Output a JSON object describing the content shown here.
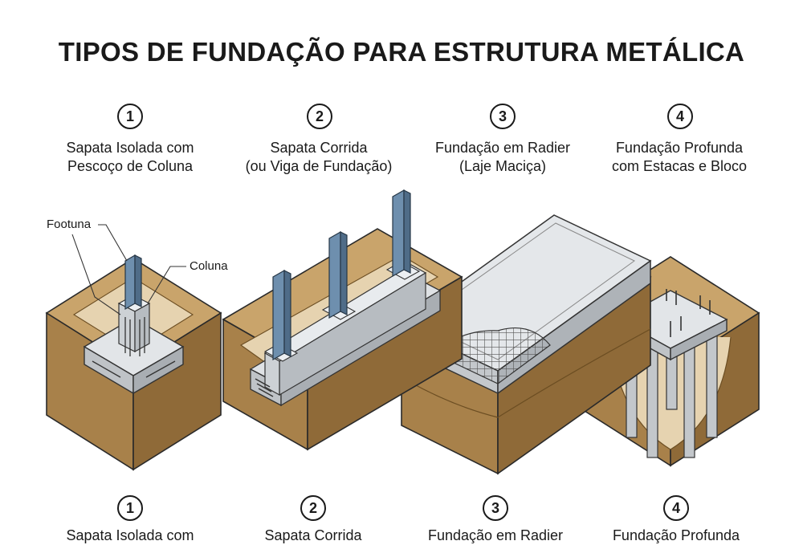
{
  "title": "TIPOS DE FUNDAÇÃO PARA ESTRUTURA METÁLICA",
  "items": [
    {
      "number": "1",
      "line1": "Sapata Isolada com",
      "line2": "Pescoço de Coluna"
    },
    {
      "number": "2",
      "line1": "Sapata Corrida",
      "line2": "(ou Viga de Fundação)"
    },
    {
      "number": "3",
      "line1": "Fundação em Radier",
      "line2": "(Laje Maciça)"
    },
    {
      "number": "4",
      "line1": "Fundação Profunda",
      "line2": "com Estacas e Bloco"
    }
  ],
  "callouts": {
    "footuna": "Footuna",
    "coluna": "Coluna"
  },
  "colors": {
    "soil_top": "#c9a46b",
    "soil_front": "#a8814a",
    "soil_side": "#8f6a38",
    "concrete": "#d4d7da",
    "steel": "#6e8fae"
  }
}
